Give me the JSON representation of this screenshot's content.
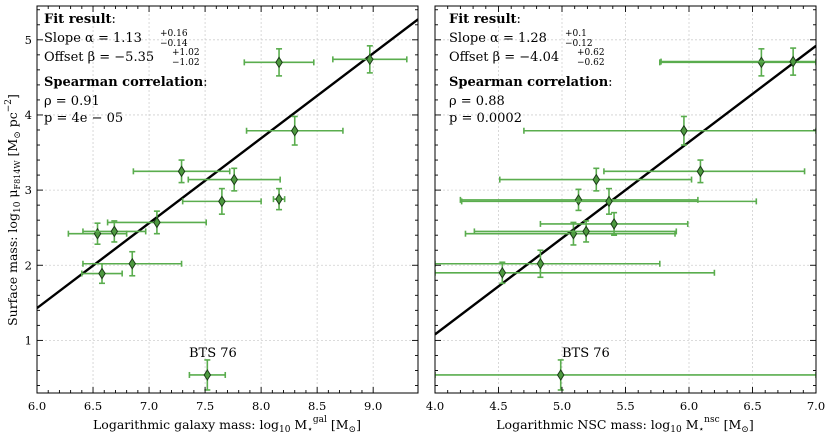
{
  "chart_data": [
    {
      "type": "scatter",
      "title": "",
      "xlabel": "Logarithmic galaxy mass: log10 M⋆gal [M⊙]",
      "ylabel": "Surface mass: log10 μF814W [M⊙ pc−2]",
      "xlim": [
        6.0,
        9.4
      ],
      "ylim": [
        0.3,
        5.45
      ],
      "xticks": [
        6.0,
        6.5,
        7.0,
        7.5,
        8.0,
        8.5,
        9.0
      ],
      "xtick_labels": [
        "6.0",
        "6.5",
        "7.0",
        "7.5",
        "8.0",
        "8.5",
        "9.0"
      ],
      "yticks": [
        1,
        2,
        3,
        4,
        5
      ],
      "ytick_labels": [
        "1",
        "2",
        "3",
        "4",
        "5"
      ],
      "grid": true,
      "points": [
        {
          "x": 6.54,
          "y": 2.42,
          "xerr": 0.26,
          "yerr": 0.14
        },
        {
          "x": 6.58,
          "y": 1.89,
          "xerr": 0.18,
          "yerr": 0.13
        },
        {
          "x": 6.69,
          "y": 2.45,
          "xerr": 0.28,
          "yerr": 0.14
        },
        {
          "x": 6.85,
          "y": 2.02,
          "xerr": 0.44,
          "yerr": 0.16
        },
        {
          "x": 7.07,
          "y": 2.57,
          "xerr": 0.44,
          "yerr": 0.15
        },
        {
          "x": 7.29,
          "y": 3.25,
          "xerr": 0.43,
          "yerr": 0.15
        },
        {
          "x": 7.52,
          "y": 0.54,
          "xerr": 0.16,
          "yerr": 0.2
        },
        {
          "x": 7.65,
          "y": 2.85,
          "xerr": 0.35,
          "yerr": 0.17
        },
        {
          "x": 7.76,
          "y": 3.14,
          "xerr": 0.41,
          "yerr": 0.15
        },
        {
          "x": 8.16,
          "y": 4.7,
          "xerr": 0.31,
          "yerr": 0.18
        },
        {
          "x": 8.16,
          "y": 2.88,
          "xerr": 0.05,
          "yerr": 0.14
        },
        {
          "x": 8.3,
          "y": 3.79,
          "xerr": 0.43,
          "yerr": 0.19
        },
        {
          "x": 8.97,
          "y": 4.74,
          "xerr": 0.33,
          "yerr": 0.18
        }
      ],
      "fit_line": {
        "slope": 1.13,
        "offset": -5.35
      },
      "point_label": {
        "text": "BTS 76",
        "x": 7.52,
        "y": 0.54
      },
      "annotation": {
        "fit_heading": "Fit result",
        "slope_text": "Slope α = 1.13",
        "slope_up": "+0.16",
        "slope_down": "−0.14",
        "offset_text": "Offset β = −5.35",
        "offset_up": "+1.02",
        "offset_down": "−1.02",
        "spearman_heading": "Spearman correlation",
        "rho": "ρ = 0.91",
        "p": "p = 4e − 05"
      }
    },
    {
      "type": "scatter",
      "title": "",
      "xlabel": "Logarithmic NSC mass: log10 M⋆nsc [M⊙]",
      "ylabel": "",
      "xlim": [
        4.0,
        7.0
      ],
      "ylim": [
        0.3,
        5.45
      ],
      "xticks": [
        4.0,
        4.5,
        5.0,
        5.5,
        6.0,
        6.5,
        7.0
      ],
      "xtick_labels": [
        "4.0",
        "4.5",
        "5.0",
        "5.5",
        "6.0",
        "6.5",
        "7.0"
      ],
      "yticks": [
        1,
        2,
        3,
        4,
        5
      ],
      "grid": true,
      "points": [
        {
          "x": 4.53,
          "y": 1.9,
          "xerr_minus": 0.53,
          "xerr_plus": 1.67,
          "yerr": 0.14
        },
        {
          "x": 4.83,
          "y": 2.02,
          "xerr_minus": 0.83,
          "xerr_plus": 0.94,
          "yerr": 0.18
        },
        {
          "x": 4.99,
          "y": 0.54,
          "xerr_minus": 0.99,
          "xerr_plus": 2.01,
          "yerr": 0.2
        },
        {
          "x": 5.09,
          "y": 2.42,
          "xerr_minus": 0.85,
          "xerr_plus": 0.8,
          "yerr": 0.15
        },
        {
          "x": 5.13,
          "y": 2.87,
          "xerr_minus": 0.93,
          "xerr_plus": 0.94,
          "yerr": 0.14
        },
        {
          "x": 5.19,
          "y": 2.45,
          "xerr_minus": 0.88,
          "xerr_plus": 0.71,
          "yerr": 0.14
        },
        {
          "x": 5.27,
          "y": 3.14,
          "xerr_minus": 0.76,
          "xerr_plus": 0.75,
          "yerr": 0.15
        },
        {
          "x": 5.37,
          "y": 2.85,
          "xerr_minus": 1.16,
          "xerr_plus": 1.16,
          "yerr": 0.17
        },
        {
          "x": 5.41,
          "y": 2.55,
          "xerr_minus": 0.58,
          "xerr_plus": 0.58,
          "yerr": 0.15
        },
        {
          "x": 5.96,
          "y": 3.79,
          "xerr_minus": 1.26,
          "xerr_plus": 1.04,
          "yerr": 0.19
        },
        {
          "x": 6.09,
          "y": 3.25,
          "xerr_minus": 0.76,
          "xerr_plus": 0.82,
          "yerr": 0.15
        },
        {
          "x": 6.57,
          "y": 4.7,
          "xerr_minus": 0.8,
          "xerr_plus": 0.43,
          "yerr": 0.18
        },
        {
          "x": 6.82,
          "y": 4.71,
          "xerr_minus": 1.04,
          "xerr_plus": 0.18,
          "yerr": 0.18
        }
      ],
      "fit_line": {
        "slope": 1.28,
        "offset": -4.04
      },
      "point_label": {
        "text": "BTS 76",
        "x": 4.99,
        "y": 0.54
      },
      "annotation": {
        "fit_heading": "Fit result",
        "slope_text": "Slope α = 1.28",
        "slope_up": "+0.1",
        "slope_down": "−0.12",
        "offset_text": "Offset β = −4.04",
        "offset_up": "+0.62",
        "offset_down": "−0.62",
        "spearman_heading": "Spearman correlation",
        "rho": "ρ = 0.88",
        "p": "p = 0.0002"
      }
    }
  ],
  "colors": {
    "errorbar": "#5aad4e",
    "marker_fill": "#4e9a40",
    "marker_edge": "#1b3d18",
    "fit_line": "#000000",
    "grid": "#cfcfcf"
  }
}
